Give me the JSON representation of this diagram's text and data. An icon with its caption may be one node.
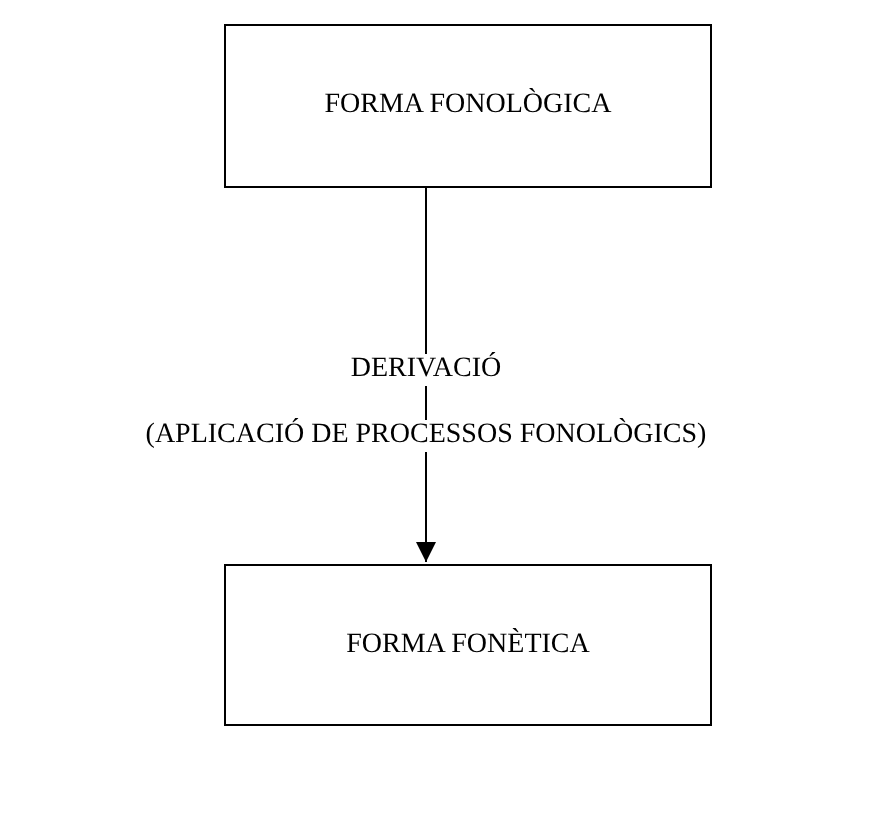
{
  "diagram": {
    "nodes": [
      {
        "text": [
          "FORMA FONOLÒGICA"
        ]
      },
      {
        "text": [
          "FORMA FONÈTICA"
        ]
      }
    ],
    "edges": [
      {
        "from": 0,
        "to": 1,
        "arrow": "to",
        "label": "DERIVACIÓ"
      }
    ],
    "labels": [
      "(APLICACIÓ DE PROCESSOS FONOLÒGICS)"
    ]
  }
}
